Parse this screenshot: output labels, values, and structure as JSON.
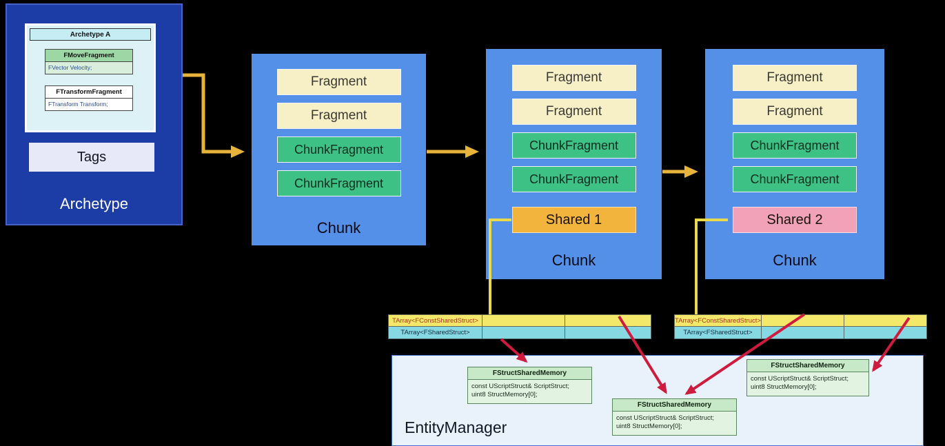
{
  "archetype": {
    "label": "Archetype",
    "tags_label": "Tags",
    "card": {
      "title": "Archetype A",
      "fragments": [
        {
          "name": "FMoveFragment",
          "member": "FVector Velocity;"
        },
        {
          "name": "FTransformFragment",
          "member": "FTransform Transform;"
        }
      ]
    }
  },
  "chunks": [
    {
      "label": "Chunk",
      "items": [
        "Fragment",
        "Fragment",
        "ChunkFragment",
        "ChunkFragment"
      ]
    },
    {
      "label": "Chunk",
      "items": [
        "Fragment",
        "Fragment",
        "ChunkFragment",
        "ChunkFragment"
      ],
      "shared": "Shared 1"
    },
    {
      "label": "Chunk",
      "items": [
        "Fragment",
        "Fragment",
        "ChunkFragment",
        "ChunkFragment"
      ],
      "shared": "Shared 2"
    }
  ],
  "shared_arrays": {
    "const_row_label": "TArray<FConstSharedStruct>",
    "shared_row_label": "TArray<FSharedStruct>"
  },
  "entity_manager": {
    "label": "EntityManager",
    "memory_blocks": [
      {
        "title": "FStructSharedMemory",
        "lines": [
          "const UScriptStruct& ScriptStruct;",
          "uint8 StructMemory[0];"
        ]
      },
      {
        "title": "FStructSharedMemory",
        "lines": [
          "const UScriptStruct& ScriptStruct;",
          "uint8 StructMemory[0];"
        ]
      },
      {
        "title": "FStructSharedMemory",
        "lines": [
          "const UScriptStruct& ScriptStruct;",
          "uint8 StructMemory[0];"
        ]
      }
    ]
  },
  "colors": {
    "background": "#000000",
    "archetype_bg": "#1c3ca6",
    "chunk_bg": "#5590e8",
    "fragment": "#f7efc5",
    "chunk_fragment": "#3ec184",
    "shared_1": "#f2b43c",
    "shared_2": "#f2a2b8",
    "array_const_row": "#f3e869",
    "array_shared_row": "#86d9e3",
    "arrow_yellow": "#e8b33a",
    "arrow_red": "#cf1b3d",
    "entity_manager_bg": "#e9f1fb",
    "memory_block_header": "#c7e9c7"
  }
}
